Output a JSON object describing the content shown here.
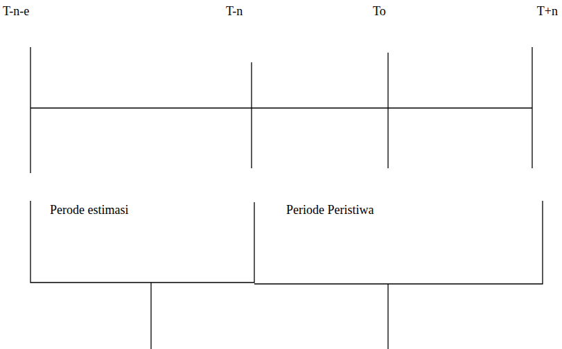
{
  "diagram": {
    "labels": [
      "T-n-e",
      "T-n",
      "To",
      "T+n",
      "Perode estimasi",
      "Periode Peristiwa"
    ]
  }
}
